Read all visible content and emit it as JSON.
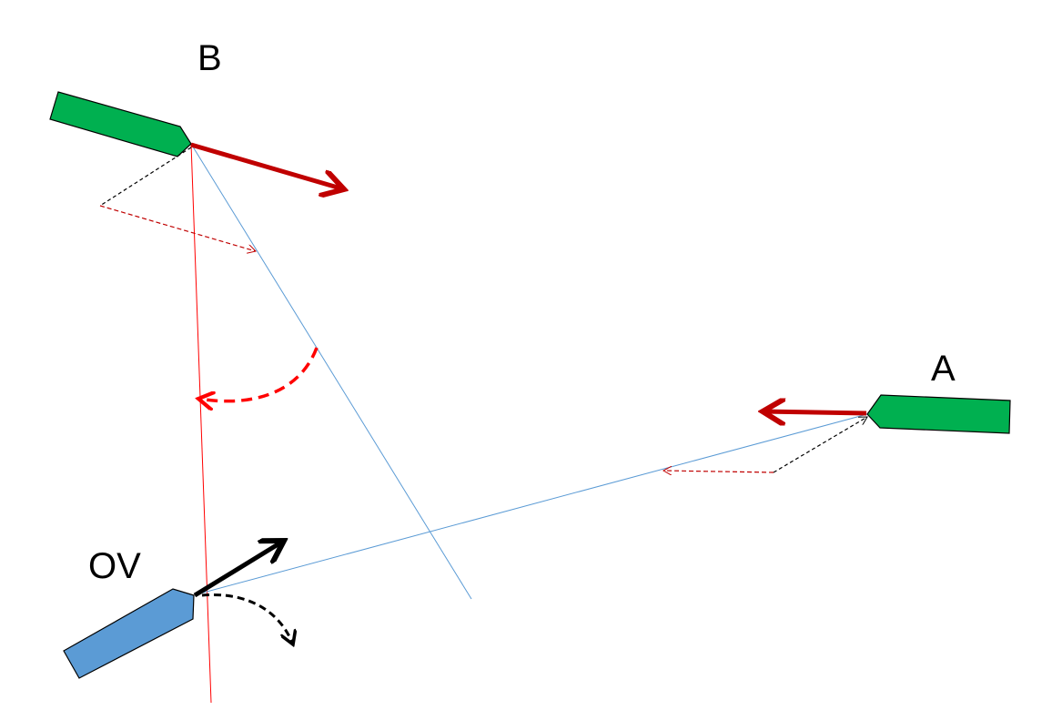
{
  "labels": {
    "ship_b": "B",
    "ship_a": "A",
    "own_vessel": "OV"
  },
  "colors": {
    "target_ship": "#00B050",
    "own_ship": "#5B9BD5",
    "velocity_arrow": "#C00000",
    "bearing_line": "#5B9BD5",
    "heading_line": "#FF0000",
    "turn_arrow": "#FF0000",
    "outline": "#000000"
  }
}
